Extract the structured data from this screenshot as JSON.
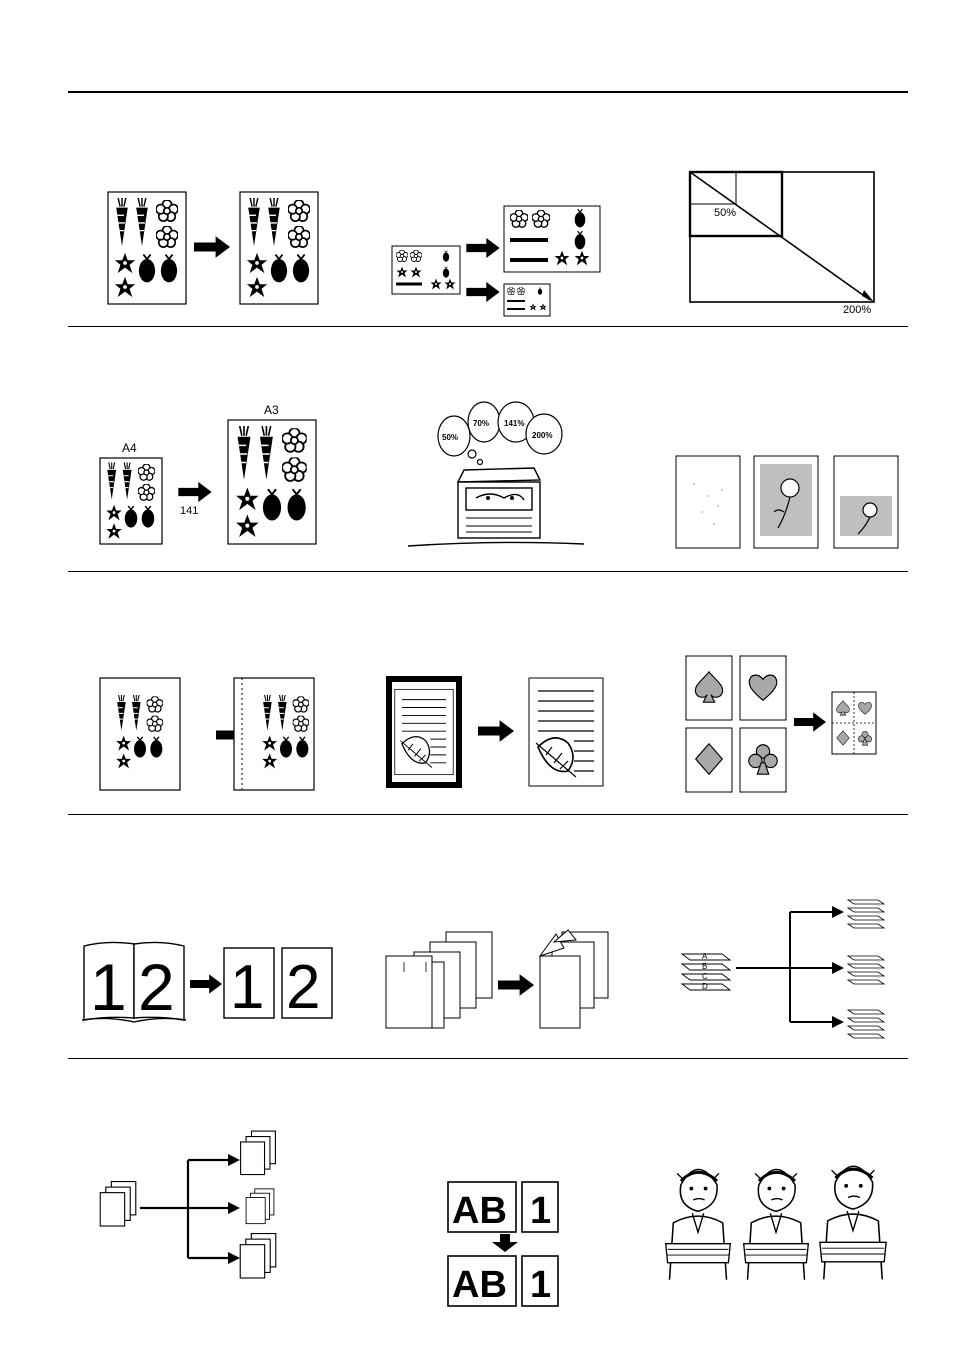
{
  "row1": {
    "zoom_start": "50%",
    "zoom_end": "200%"
  },
  "row2": {
    "size_from": "A4",
    "size_to": "A3",
    "ratio": "141",
    "bubbles": [
      "50%",
      "70%",
      "141%",
      "200%"
    ]
  },
  "row4": {
    "page_left": "1",
    "page_right": "2",
    "stack_letters": [
      "A",
      "B",
      "C",
      "D"
    ]
  },
  "row5": {
    "combined_text": "AB",
    "single_text": "1"
  },
  "colors": {
    "ink": "#000000",
    "gray_fill": "#bfbfbf",
    "paper": "#ffffff"
  }
}
